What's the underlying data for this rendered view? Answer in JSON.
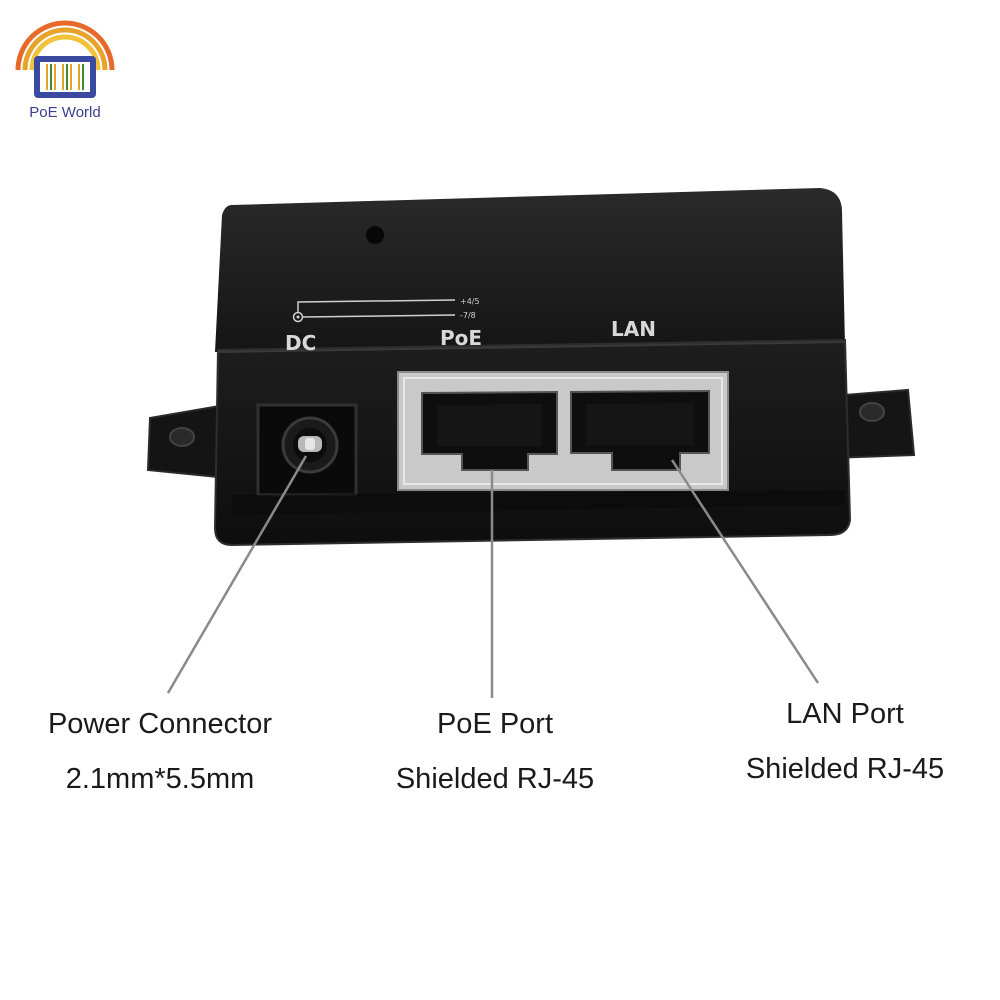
{
  "brand": {
    "logo_text": "PoE World",
    "arc_colors": [
      "#e8a22a",
      "#f2c23a",
      "#e86a2a"
    ],
    "frame_color": "#3a4aa0"
  },
  "device": {
    "body_color": "#1c1c1c",
    "jack_frame_color": "#c9c9c9",
    "labels": {
      "dc": "DC",
      "poe": "PoE",
      "lan": "LAN",
      "pin_mark_top": "+4/5",
      "pin_mark_bottom": "-7/8"
    }
  },
  "callouts": [
    {
      "title": "Power Connector",
      "subtitle": "2.1mm*5.5mm"
    },
    {
      "title": "PoE Port",
      "subtitle": "Shielded RJ-45"
    },
    {
      "title": "LAN Port",
      "subtitle": "Shielded RJ-45"
    }
  ],
  "leader_line_color": "#8a8a8a"
}
